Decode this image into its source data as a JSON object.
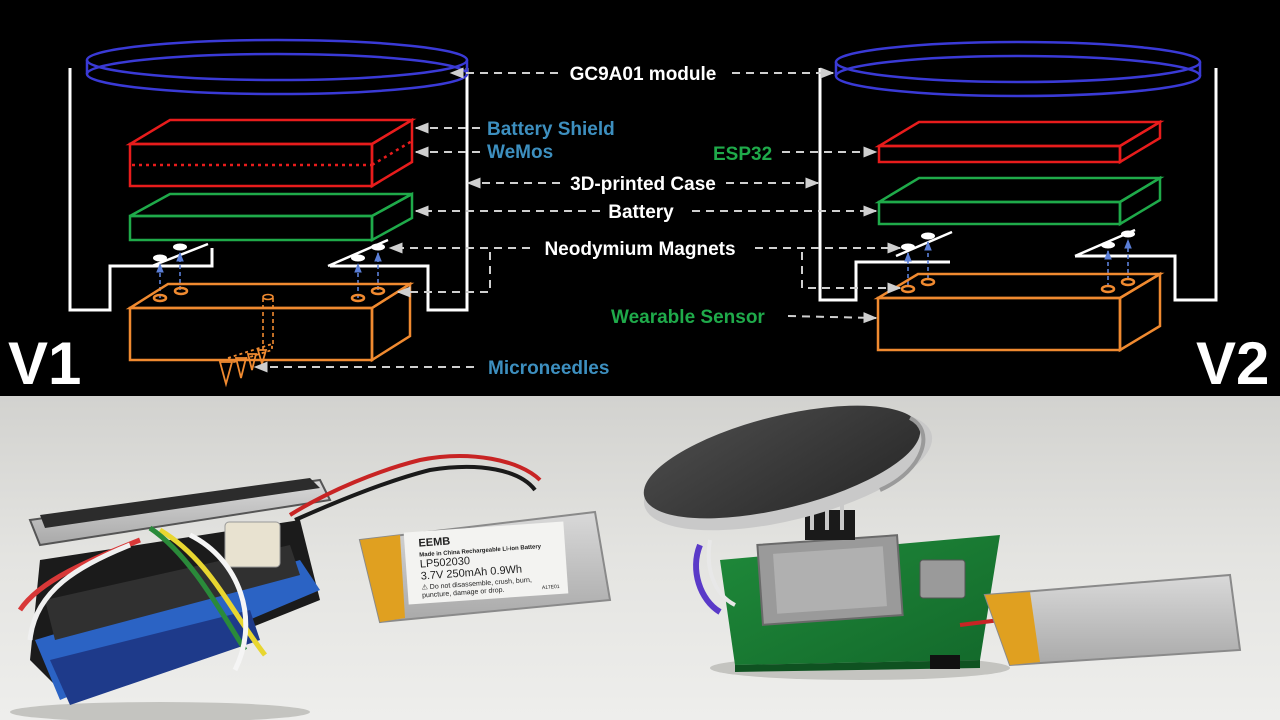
{
  "labels": {
    "display": "GC9A01 module",
    "battery_shield": "Battery Shield",
    "wemos": "WeMos",
    "esp32": "ESP32",
    "case": "3D-printed Case",
    "battery": "Battery",
    "magnets": "Neodymium Magnets",
    "wearable_sensor": "Wearable Sensor",
    "microneedles": "Microneedles"
  },
  "versions": {
    "left": "V1",
    "right": "V2"
  },
  "photo": {
    "battery_label": {
      "brand": "EEMB",
      "small": "Made in China  Rechargeable Li-ion Battery",
      "model": "LP502030",
      "spec": "3.7V  250mAh  0.9Wh",
      "warn1": "⚠ Do not disassemble, crush, burn,",
      "warn2": "puncture, damage or drop.",
      "code": "A17E01"
    }
  },
  "colors": {
    "display": "#3a3ad6",
    "electronics": "#e81c1c",
    "battery": "#1faa4a",
    "sensor": "#f08a30",
    "case": "#ffffff",
    "label_blue": "#3d8fbf",
    "label_green": "#1faa4a",
    "label_white": "#ffffff",
    "photo_bg": "#e6e6e3"
  },
  "icons": [
    "arrow-left-icon",
    "arrow-right-icon",
    "arrow-up-icon"
  ]
}
